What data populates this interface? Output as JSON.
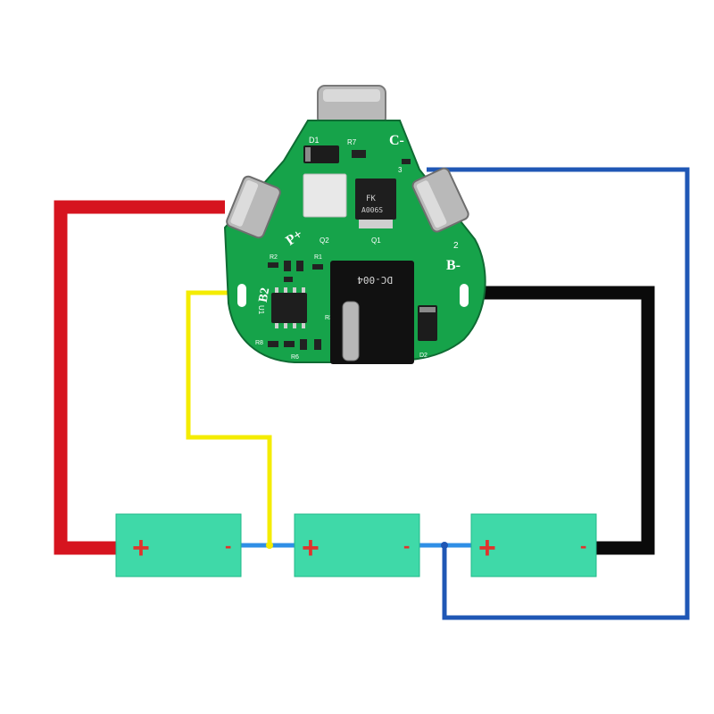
{
  "board": {
    "silkscreen": {
      "p_plus": "P+",
      "b_minus": "B-",
      "b2": "B2",
      "c_minus": "C-",
      "d1": "D1",
      "d2": "D2",
      "q1": "Q1",
      "q2": "Q2",
      "u1": "U1",
      "r1": "R1",
      "r2": "R2",
      "r3": "R3",
      "r6": "R6",
      "r7": "R7",
      "r8": "R8",
      "two": "2",
      "three": "3"
    },
    "connector_label": "DC-004",
    "mosfet_marking_1": "FK",
    "mosfet_marking_2": "A006S"
  },
  "cells": [
    {
      "plus": "+",
      "minus": "-"
    },
    {
      "plus": "+",
      "minus": "-"
    },
    {
      "plus": "+",
      "minus": "-"
    }
  ],
  "colors": {
    "wire_red": "#d6141f",
    "wire_yellow": "#f4ec00",
    "wire_black": "#0a0a0a",
    "wire_blue": "#1f57b5",
    "bus_blue": "#2f8fe6",
    "cell_fill": "#3fd9a8",
    "board_green": "#16a34a",
    "plus_red": "#e0342c"
  }
}
